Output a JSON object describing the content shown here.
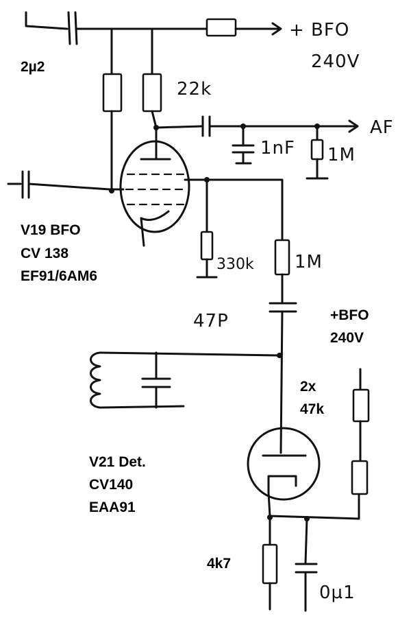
{
  "handwritten": {
    "bfo_supply_top": "+ BFO",
    "bfo_voltage_top": "240V",
    "cap_2u2": "2µ2",
    "res_22k": "22k",
    "af_out": "AF",
    "cap_1nf": "1nF",
    "res_1m_af": "1M",
    "res_330k": "330k",
    "res_1m": "1M",
    "cap_47p": "47P",
    "cap_0u1": "0µ1"
  },
  "typed": {
    "v19_line1": "V19 BFO",
    "v19_line2": "CV 138",
    "v19_line3": "EF91/6AM6",
    "bfo_supply_line1": "+BFO",
    "bfo_supply_line2": "240V",
    "res_2x_line1": "2x",
    "res_2x_line2": "47k",
    "v21_line1": "V21 Det.",
    "v21_line2": "CV140",
    "v21_line3": "EAA91",
    "res_4k7": "4k7"
  }
}
